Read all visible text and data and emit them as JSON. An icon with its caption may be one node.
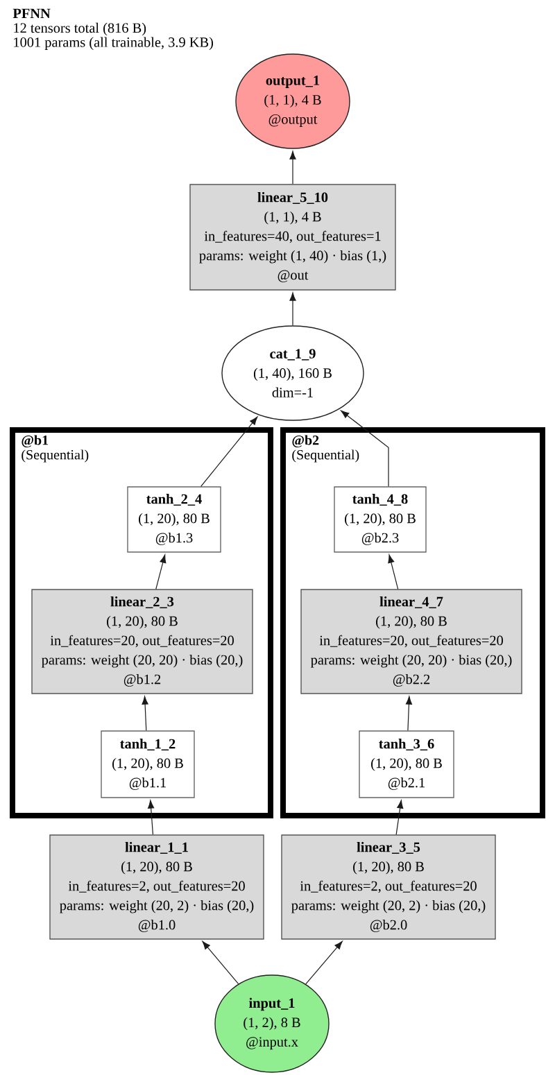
{
  "diagram": {
    "title": "PFNN",
    "labels": [
      "12 tensors total (816 B)",
      "1001 params (all trainable, 3.9 KB)"
    ],
    "nodes": [
      {
        "text": [
          "output_1",
          "(1, 1), 4 B",
          "@output"
        ]
      },
      {
        "text": [
          "linear_5_10",
          "(1, 1), 4 B",
          "in_features=40, out_features=1",
          "params: weight (1, 40) · bias (1,)",
          "@out"
        ]
      },
      {
        "text": [
          "cat_1_9",
          "(1, 40), 160 B",
          "dim=-1"
        ]
      },
      {
        "text": [
          "@b1",
          "(Sequential)"
        ]
      },
      {
        "text": [
          "tanh_2_4",
          "(1, 20), 80 B",
          "@b1.3"
        ],
        "in": 3
      },
      {
        "text": [
          "linear_2_3",
          "(1, 20), 80 B",
          "in_features=20, out_features=20",
          "params: weight (20, 20) · bias (20,)",
          "@b1.2"
        ],
        "in": 3
      },
      {
        "text": [
          "tanh_1_2",
          "(1, 20), 80 B",
          "@b1.1"
        ],
        "in": 3
      },
      {
        "text": [
          "@b2",
          "(Sequential)"
        ]
      },
      {
        "text": [
          "tanh_4_8",
          "(1, 20), 80 B",
          "@b2.3"
        ],
        "in": 7
      },
      {
        "text": [
          "linear_4_7",
          "(1, 20), 80 B",
          "in_features=20, out_features=20",
          "params: weight (20, 20) · bias (20,)",
          "@b2.2"
        ],
        "in": 7
      },
      {
        "text": [
          "tanh_3_6",
          "(1, 20), 80 B",
          "@b2.1"
        ],
        "in": 7
      },
      {
        "text": [
          "linear_1_1",
          "(1, 20), 80 B",
          "in_features=2, out_features=20",
          "params: weight (20, 2) · bias (20,)",
          "@b1.0"
        ]
      },
      {
        "text": [
          "linear_3_5",
          "(1, 20), 80 B",
          "in_features=2, out_features=20",
          "params: weight (20, 2) · bias (20,)",
          "@b2.0"
        ]
      },
      {
        "text": [
          "input_1",
          "(1, 2), 8 B",
          "@input.x"
        ]
      }
    ],
    "edges": [
      {
        "from": 13,
        "to": 11,
        "arrow": "to"
      },
      {
        "from": 13,
        "to": 12,
        "arrow": "to"
      },
      {
        "from": 11,
        "to": 6,
        "arrow": "to"
      },
      {
        "from": 6,
        "to": 5,
        "arrow": "to"
      },
      {
        "from": 5,
        "to": 4,
        "arrow": "to"
      },
      {
        "from": 4,
        "to": 2,
        "arrow": "to"
      },
      {
        "from": 12,
        "to": 10,
        "arrow": "to"
      },
      {
        "from": 10,
        "to": 9,
        "arrow": "to"
      },
      {
        "from": 9,
        "to": 8,
        "arrow": "to"
      },
      {
        "from": 8,
        "to": 2,
        "arrow": "to"
      },
      {
        "from": 2,
        "to": 1,
        "arrow": "to"
      },
      {
        "from": 1,
        "to": 0,
        "arrow": "to"
      }
    ]
  }
}
